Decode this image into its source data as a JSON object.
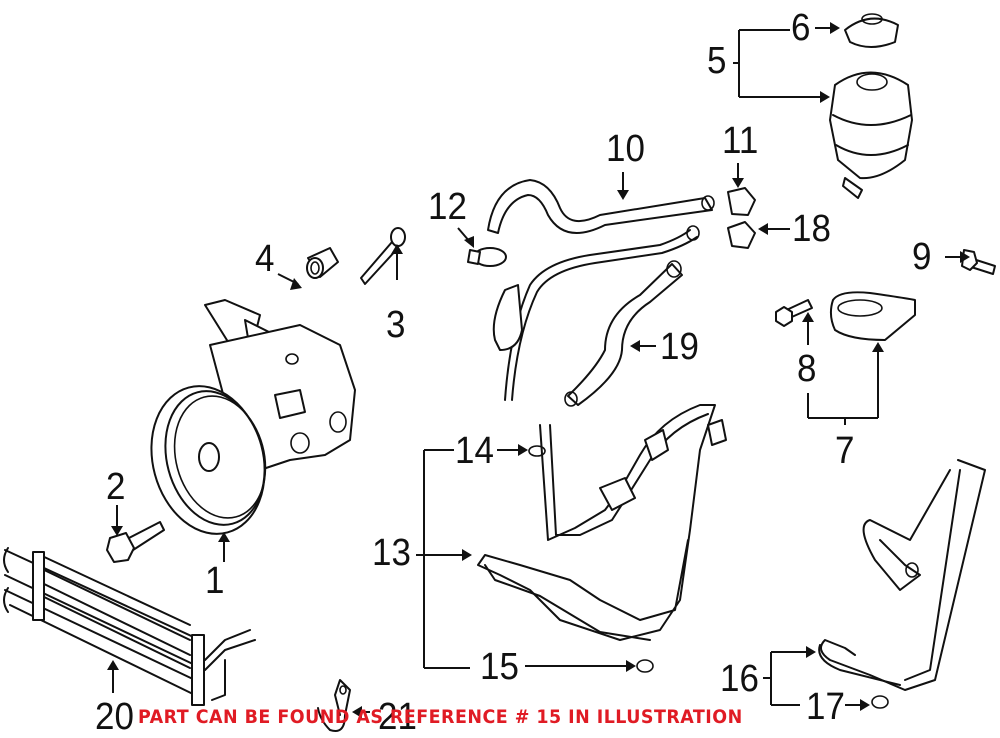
{
  "diagram": {
    "type": "exploded-parts-diagram",
    "subject": "Power steering pump and lines",
    "notice_text": "PART CAN BE FOUND AS REFERENCE # 15 IN ILLUSTRATION",
    "notice_color": "#e01b24",
    "highlighted_reference": "15",
    "callouts": [
      {
        "id": "1",
        "label": "1",
        "part": "pump"
      },
      {
        "id": "2",
        "label": "2",
        "part": "pump-bolt"
      },
      {
        "id": "3",
        "label": "3",
        "part": "bolt"
      },
      {
        "id": "4",
        "label": "4",
        "part": "bushing"
      },
      {
        "id": "5",
        "label": "5",
        "part": "reservoir-assembly"
      },
      {
        "id": "6",
        "label": "6",
        "part": "reservoir-cap"
      },
      {
        "id": "7",
        "label": "7",
        "part": "reservoir-bracket-assembly"
      },
      {
        "id": "8",
        "label": "8",
        "part": "bracket-bolt"
      },
      {
        "id": "9",
        "label": "9",
        "part": "bolt"
      },
      {
        "id": "10",
        "label": "10",
        "part": "return-hose"
      },
      {
        "id": "11",
        "label": "11",
        "part": "clamp"
      },
      {
        "id": "12",
        "label": "12",
        "part": "clamp"
      },
      {
        "id": "13",
        "label": "13",
        "part": "pressure-hose-assembly"
      },
      {
        "id": "14",
        "label": "14",
        "part": "o-ring"
      },
      {
        "id": "15",
        "label": "15",
        "part": "o-ring"
      },
      {
        "id": "16",
        "label": "16",
        "part": "cooler-line"
      },
      {
        "id": "17",
        "label": "17",
        "part": "o-ring"
      },
      {
        "id": "18",
        "label": "18",
        "part": "clamp"
      },
      {
        "id": "19",
        "label": "19",
        "part": "hose"
      },
      {
        "id": "20",
        "label": "20",
        "part": "oil-cooler"
      },
      {
        "id": "21",
        "label": "21",
        "part": "bracket"
      }
    ]
  }
}
